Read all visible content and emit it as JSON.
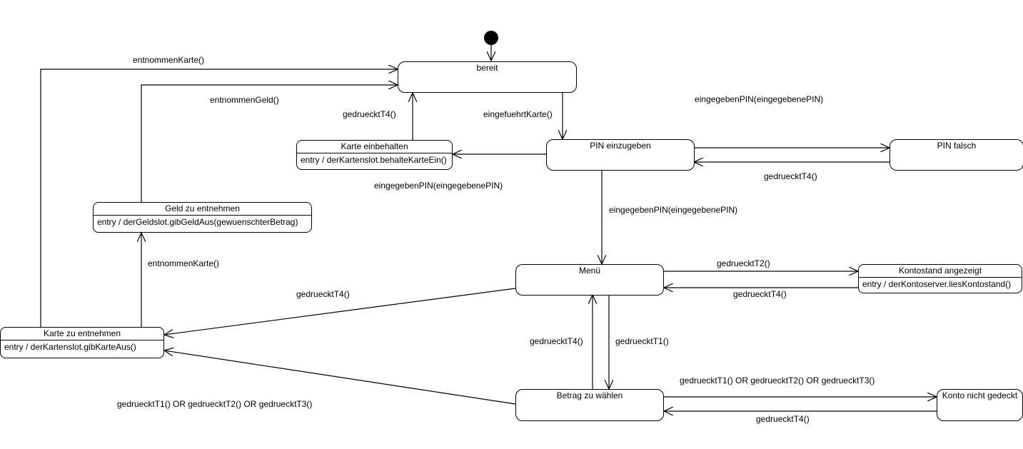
{
  "states": {
    "bereit": {
      "name": "bereit"
    },
    "pin_einzugeben": {
      "name": "PIN einzugeben"
    },
    "pin_falsch": {
      "name": "PIN falsch"
    },
    "karte_einbehalten": {
      "name": "Karte einbehalten",
      "entry": "entry / derKartenslot.behalteKarteEin()"
    },
    "geld_zu_entnehmen": {
      "name": "Geld zu entnehmen",
      "entry": "entry / derGeldslot.gibGeldAus(gewuenschterBetrag)"
    },
    "menue": {
      "name": "Menü"
    },
    "kontostand": {
      "name": "Kontostand angezeigt",
      "entry": "entry / derKontoserver.liesKontostand()"
    },
    "karte_zu_entnehmen": {
      "name": "Karte zu entnehmen",
      "entry": "entry / derKartenslot.gibKarteAus()"
    },
    "betrag": {
      "name": "Betrag zu wählen"
    },
    "konto_nicht_gedeckt": {
      "name": "Konto nicht gedeckt"
    }
  },
  "transitions": {
    "t_entnommen_karte_top": "entnommenKarte()",
    "t_entnommen_geld": "entnommenGeld()",
    "t_gedrueckt_t4_einbehalten": "gedruecktT4()",
    "t_eingefuehrt_karte": "eingefuehrtKarte()",
    "t_pin_falsch_forward": "eingegebenPIN(eingegebenePIN)",
    "t_pin_falsch_back": "gedruecktT4()",
    "t_pin_einbehalten": "eingegebenPIN(eingegebenePIN)",
    "t_pin_menue": "eingegebenPIN(eingegebenePIN)",
    "t_entnommen_karte_geld": "entnommenKarte()",
    "t_menue_kontostand": "gedruecktT2()",
    "t_kontostand_menue": "gedruecktT4()",
    "t_menue_karte": "gedruecktT4()",
    "t_betrag_menue": "gedruecktT4()",
    "t_menue_betrag": "gedruecktT1()",
    "t_betrag_konto": "gedruecktT1() OR gedruecktT2() OR gedruecktT3()",
    "t_konto_betrag": "gedruecktT4()",
    "t_betrag_karte": "gedruecktT1() OR gedruecktT2() OR gedruecktT3()"
  }
}
